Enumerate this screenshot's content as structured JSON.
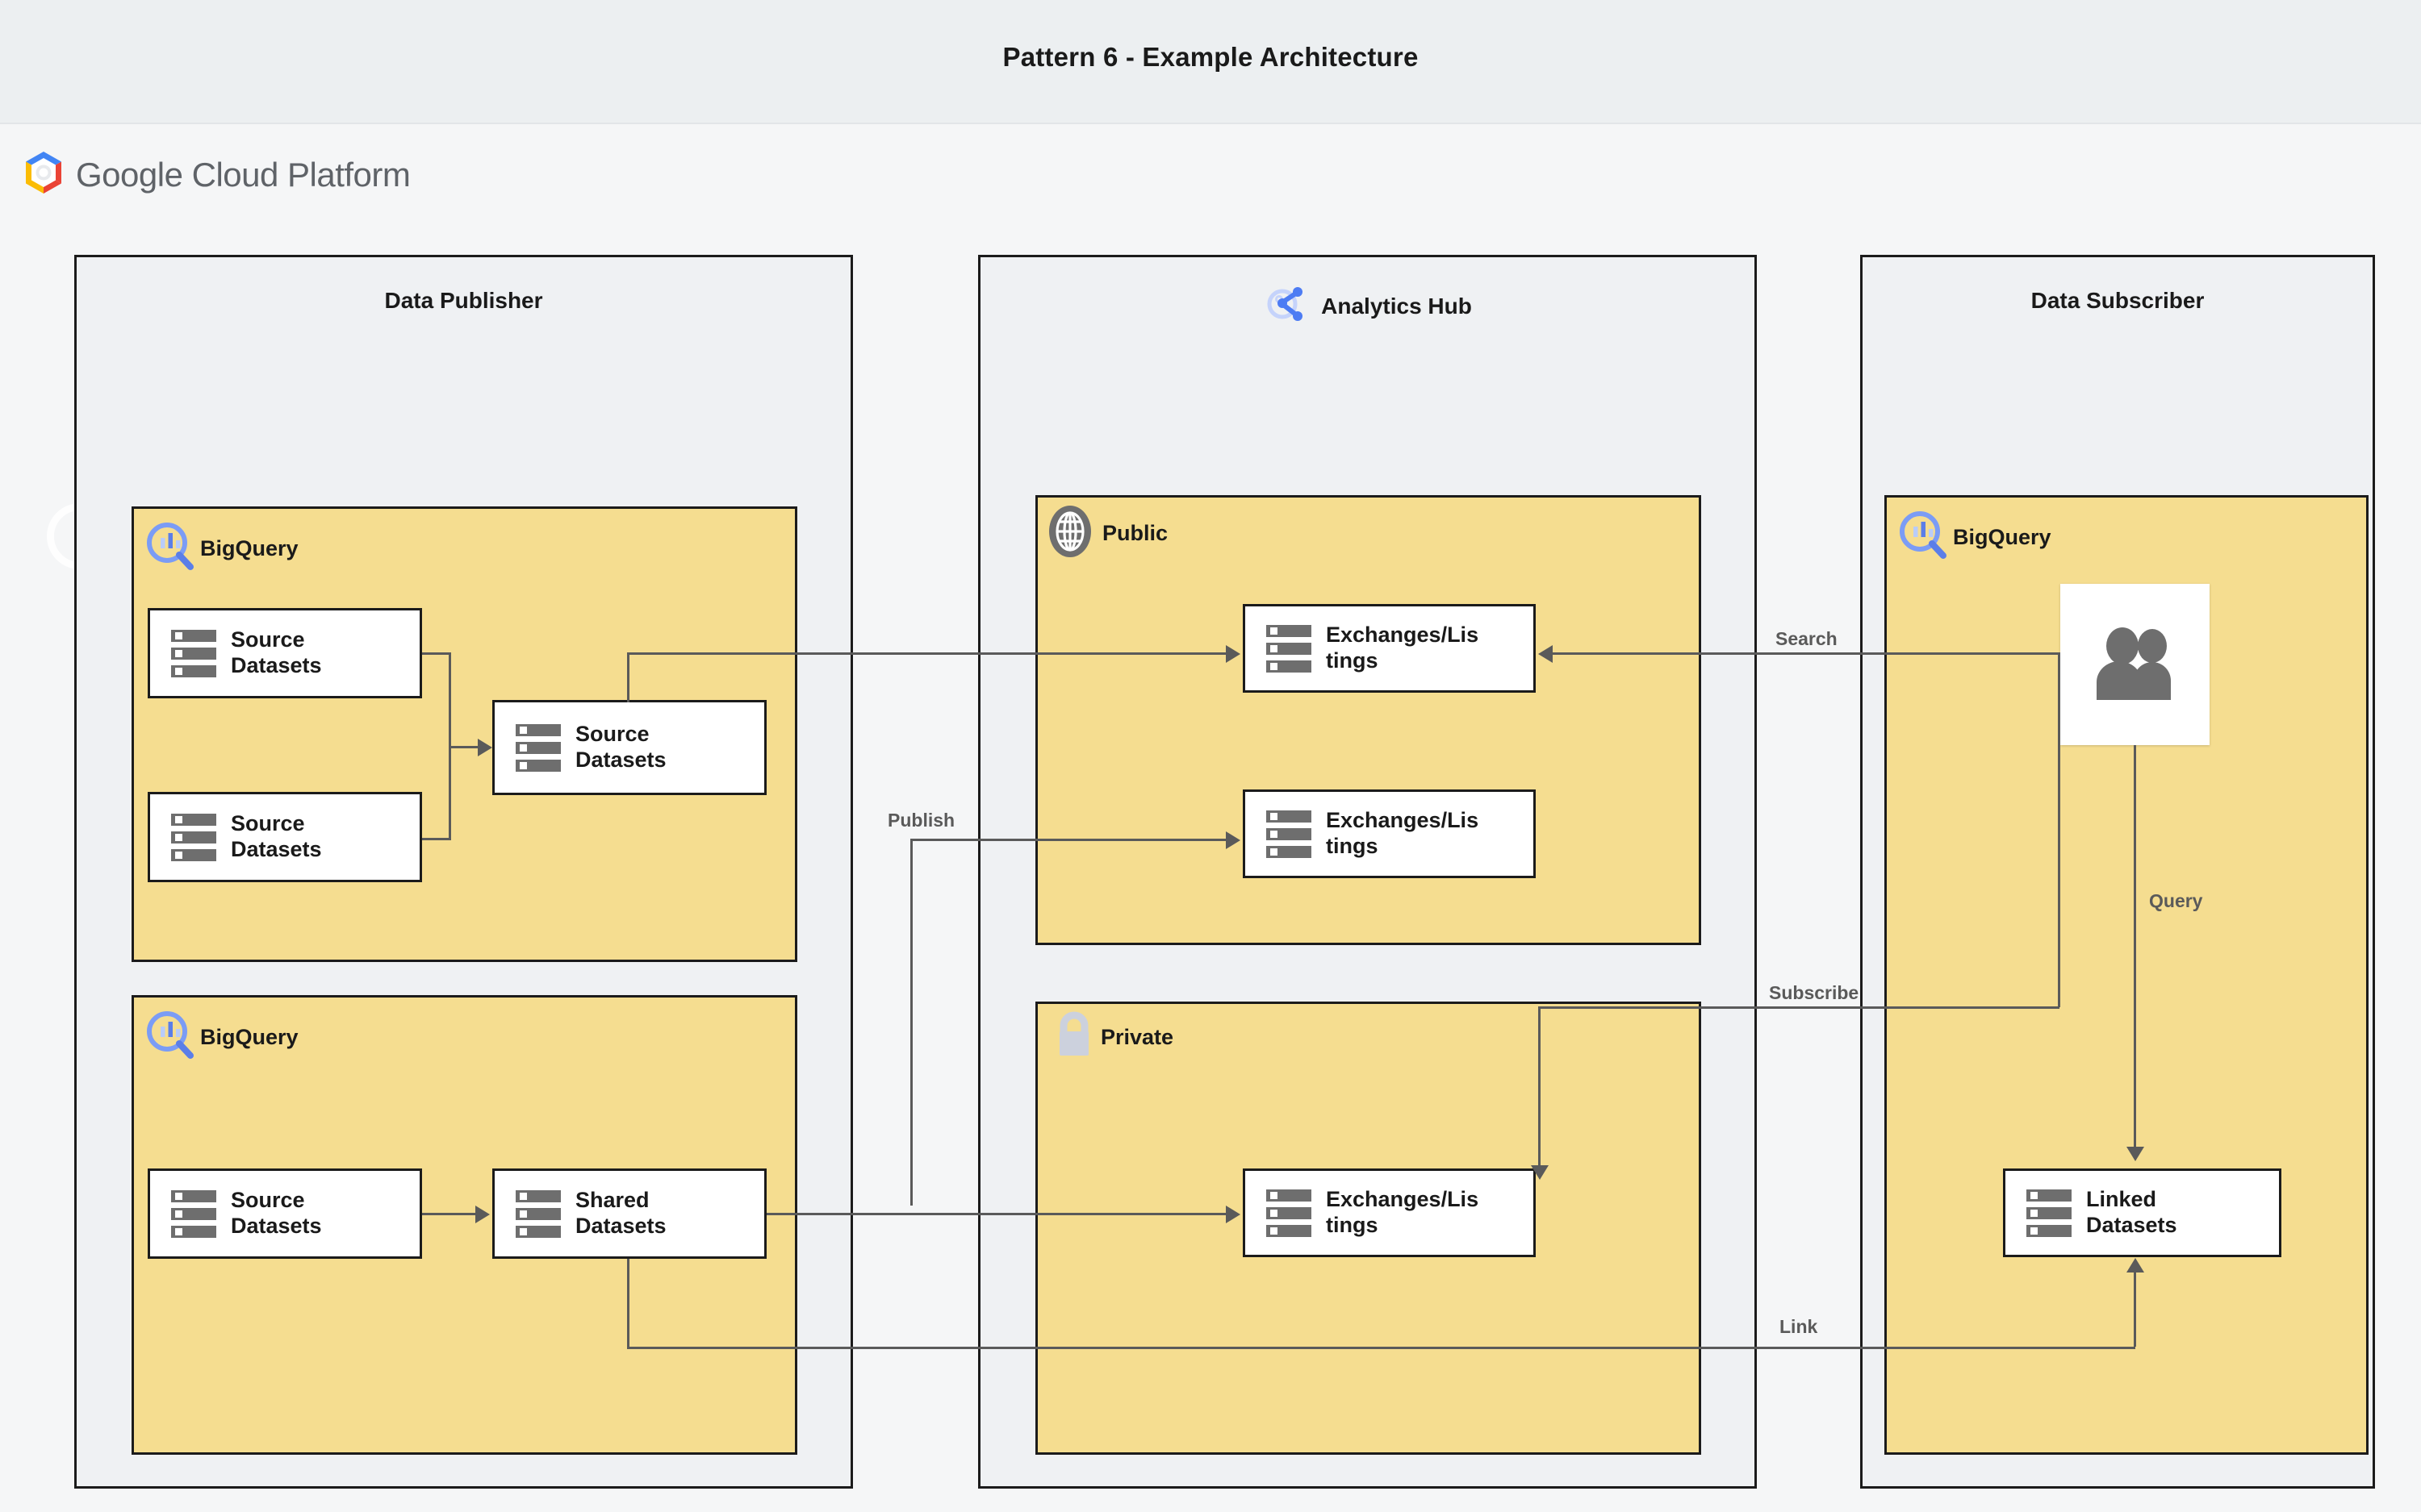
{
  "page": {
    "title": "Pattern 6 - Example Architecture",
    "colors": {
      "title_band": "#eceff1",
      "canvas": "#f5f6f7",
      "zone_fill": "#eff1f3",
      "panel_fill": "#f5dd90",
      "node_fill": "#ffffff",
      "border": "#1b1b1b",
      "connector": "#5a5a5a",
      "icon_gray": "#6e6e6e",
      "bigquery_blue": "#7b9cf5",
      "lock_gray": "#ccd1dd"
    }
  },
  "brand": {
    "name": "Google Cloud Platform",
    "word_google": "Google",
    "word_cloud_platform": "Cloud Platform",
    "logo_icon": "gcp-hexagon-logo"
  },
  "zones": [
    {
      "id": "data-publisher",
      "title": "Data Publisher",
      "icon": null,
      "panels": [
        {
          "id": "publisher-bigquery-top",
          "label": "BigQuery",
          "icon": "bigquery-icon",
          "nodes": [
            {
              "id": "src-1",
              "label_line1": "Source",
              "label_line2": "Datasets",
              "icon": "dataset-icon"
            },
            {
              "id": "src-2",
              "label_line1": "Source",
              "label_line2": "Datasets",
              "icon": "dataset-icon"
            },
            {
              "id": "src-3",
              "label_line1": "Source",
              "label_line2": "Datasets",
              "icon": "dataset-icon"
            }
          ]
        },
        {
          "id": "publisher-bigquery-bottom",
          "label": "BigQuery",
          "icon": "bigquery-icon",
          "nodes": [
            {
              "id": "src-4",
              "label_line1": "Source",
              "label_line2": "Datasets",
              "icon": "dataset-icon"
            },
            {
              "id": "shared-1",
              "label_line1": "Shared",
              "label_line2": "Datasets",
              "icon": "dataset-icon"
            }
          ]
        }
      ]
    },
    {
      "id": "analytics-hub",
      "title": "Analytics Hub",
      "icon": "analytics-hub-icon",
      "panels": [
        {
          "id": "hub-public",
          "label": "Public",
          "icon": "globe-icon",
          "nodes": [
            {
              "id": "exch-1",
              "label_line1": "Exchanges/Lis",
              "label_line2": "tings",
              "icon": "dataset-icon"
            },
            {
              "id": "exch-2",
              "label_line1": "Exchanges/Lis",
              "label_line2": "tings",
              "icon": "dataset-icon"
            }
          ]
        },
        {
          "id": "hub-private",
          "label": "Private",
          "icon": "lock-icon",
          "nodes": [
            {
              "id": "exch-3",
              "label_line1": "Exchanges/Lis",
              "label_line2": "tings",
              "icon": "dataset-icon"
            }
          ]
        }
      ]
    },
    {
      "id": "data-subscriber",
      "title": "Data Subscriber",
      "icon": null,
      "panels": [
        {
          "id": "subscriber-bigquery",
          "label": "BigQuery",
          "icon": "bigquery-icon",
          "nodes": [
            {
              "id": "users-1",
              "label_line1": "",
              "label_line2": "",
              "icon": "users-icon"
            },
            {
              "id": "linked-1",
              "label_line1": "Linked",
              "label_line2": "Datasets",
              "icon": "dataset-icon"
            }
          ]
        }
      ]
    }
  ],
  "edges": [
    {
      "id": "edge-publish",
      "label": "Publish"
    },
    {
      "id": "edge-search",
      "label": "Search"
    },
    {
      "id": "edge-subscribe",
      "label": "Subscribe"
    },
    {
      "id": "edge-query",
      "label": "Query"
    },
    {
      "id": "edge-link",
      "label": "Link"
    }
  ]
}
